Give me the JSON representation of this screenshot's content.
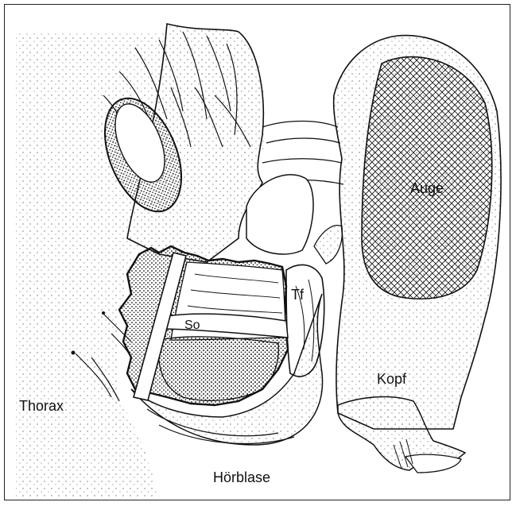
{
  "figure": {
    "labels": {
      "auge": "Auge",
      "tf": "Tf",
      "so": "So",
      "kopf": "Kopf",
      "thorax": "Thorax",
      "hoerblase": "Hörblase"
    },
    "colors": {
      "ink": "#111111",
      "paper": "#ffffff",
      "frame": "#222222"
    }
  }
}
